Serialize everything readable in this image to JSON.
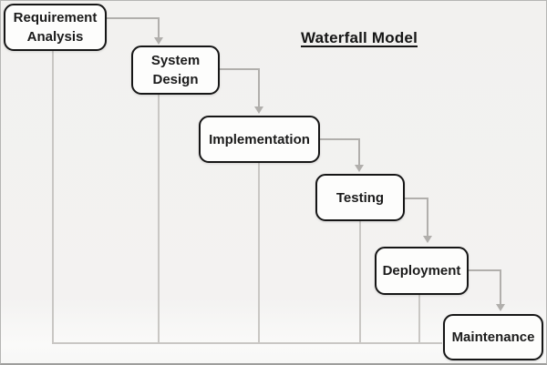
{
  "diagram": {
    "title": "Waterfall Model",
    "type": "waterfall-flow-diagram",
    "stages": [
      {
        "id": "requirement-analysis",
        "label": "Requirement Analysis"
      },
      {
        "id": "system-design",
        "label": "System Design"
      },
      {
        "id": "implementation",
        "label": "Implementation"
      },
      {
        "id": "testing",
        "label": "Testing"
      },
      {
        "id": "deployment",
        "label": "Deployment"
      },
      {
        "id": "maintenance",
        "label": "Maintenance"
      }
    ],
    "connections": [
      {
        "from": "Requirement Analysis",
        "to": "System Design"
      },
      {
        "from": "System Design",
        "to": "Implementation"
      },
      {
        "from": "Implementation",
        "to": "Testing"
      },
      {
        "from": "Testing",
        "to": "Deployment"
      },
      {
        "from": "Deployment",
        "to": "Maintenance"
      }
    ]
  },
  "colors": {
    "background": "#f3f2f1",
    "box_fill": "#fdfdfc",
    "box_border": "#161616",
    "text": "#1b1b1b",
    "connector_arrow": "#b1afac",
    "drop_line": "#c9c7c4",
    "frame_border": "#b6b6b4"
  }
}
